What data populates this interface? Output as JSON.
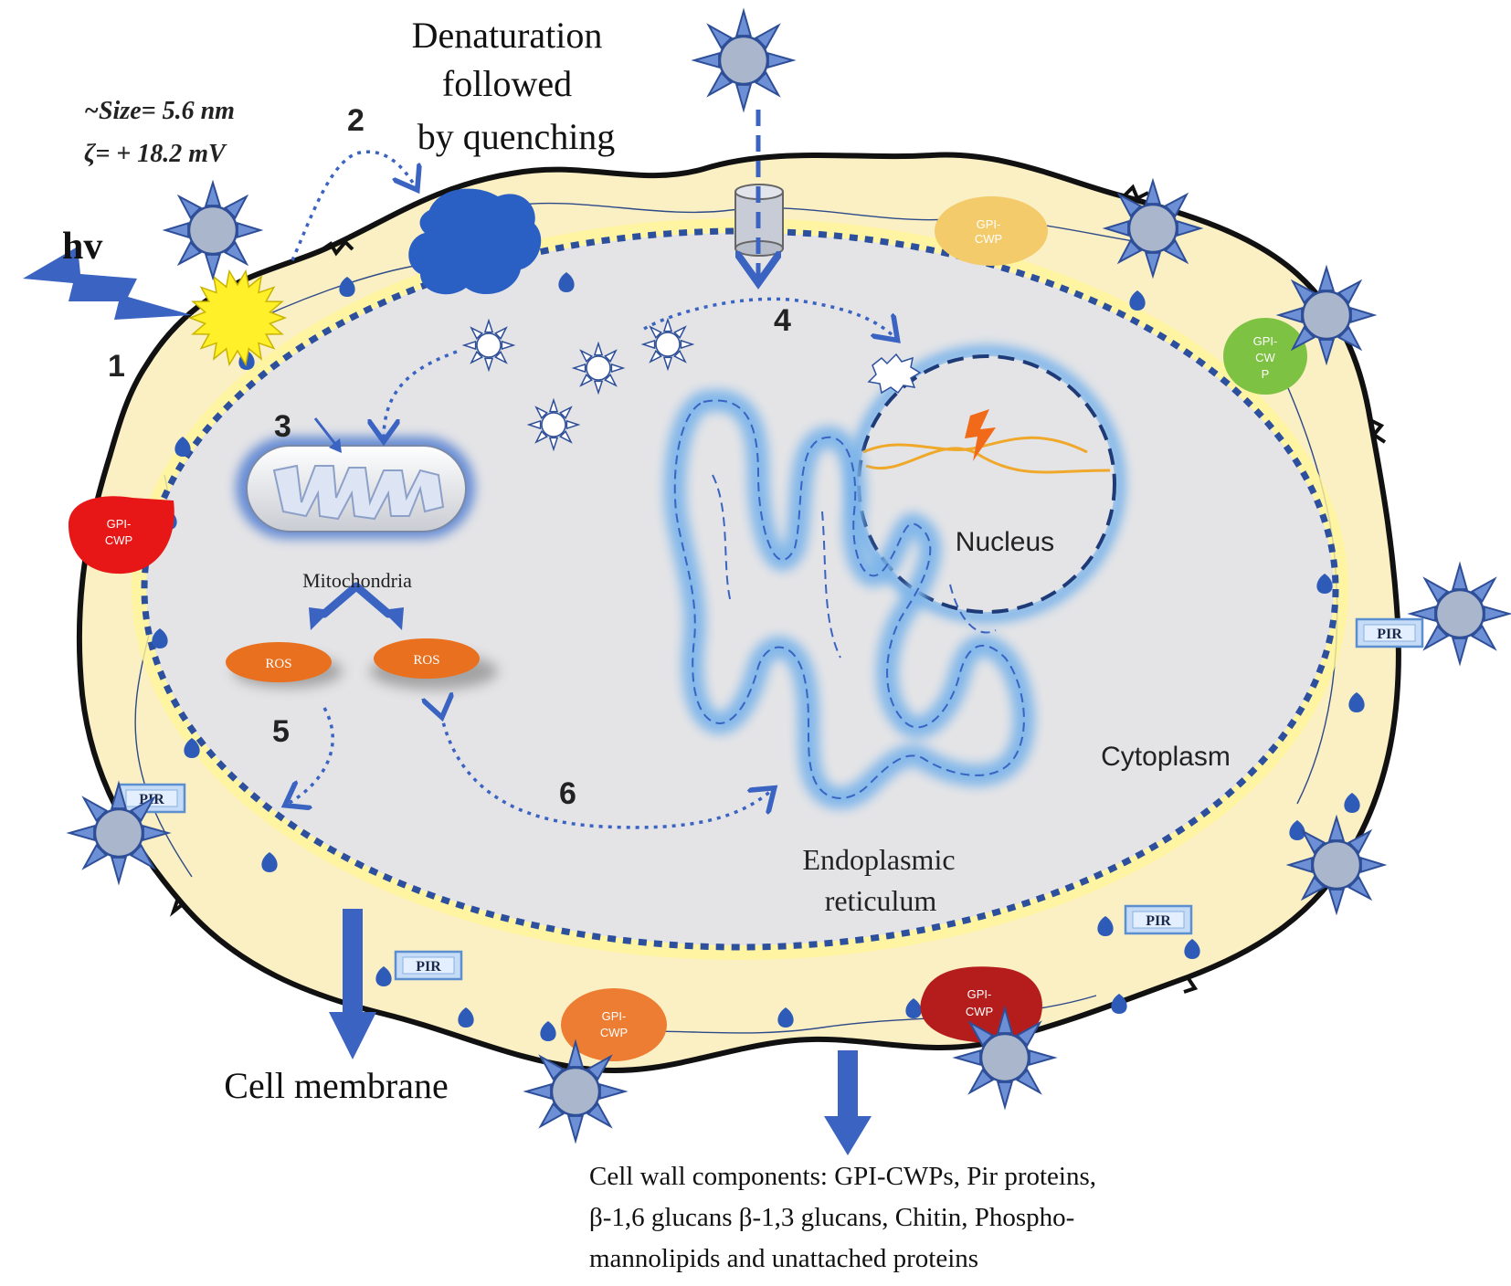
{
  "labels": {
    "step1": "1",
    "step2": "2",
    "step3": "3",
    "step4": "4",
    "step5": "5",
    "step6": "6",
    "hv": "hv",
    "size": "~Size= 5.6 nm",
    "zeta": "ζ= + 18.2 mV",
    "denaturation_line1": "Denaturation",
    "denaturation_line2": "followed",
    "denaturation_line3": "by quenching",
    "nucleus": "Nucleus",
    "cytoplasm": "Cytoplasm",
    "mitochondria": "Mitochondria",
    "ros": "ROS",
    "er_line1": "Endoplasmic",
    "er_line2": "reticulum",
    "cell_membrane": "Cell membrane",
    "wall_line1": "Cell wall components:  GPI-CWPs, Pir proteins,",
    "wall_line2": "β-1,6  glucans  β-1,3  glucans,  Chitin,  Phospho-",
    "wall_line3": "mannolipids and unattached proteins",
    "gpi_cwp": "GPI-",
    "gpi_cwp2": "CWP",
    "gpi_green_1": "GPI-",
    "gpi_green_2": "CW",
    "gpi_green_3": "P",
    "pir": "PIR"
  },
  "colors": {
    "arrow_blue": "#3a63c2",
    "wall_fill": "#fbefc4",
    "cytoplasm_fill": "#e4e4e6",
    "nano_fill": "#a9b6cc",
    "ros_fill": "#e8701e",
    "gpi_yellow": "#f4cb6a",
    "gpi_green": "#7dc242",
    "gpi_red": "#e81717",
    "gpi_darkred": "#b51d1d",
    "gpi_orange": "#ec7d33"
  }
}
